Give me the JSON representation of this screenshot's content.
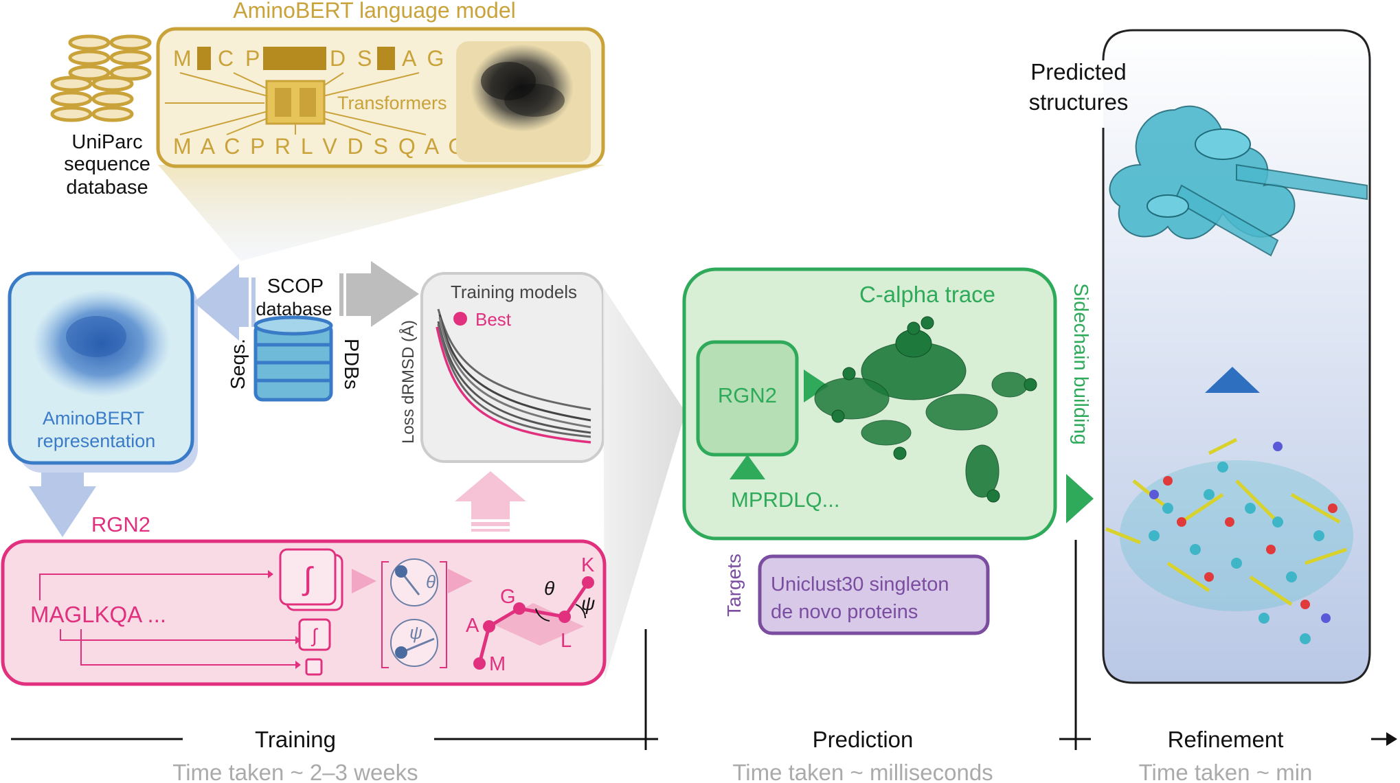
{
  "aminobert": {
    "title": "AminoBERT language model",
    "masked_seq": [
      "M",
      "C P",
      "D S",
      "A G"
    ],
    "full_seq": "M A C P R L V D S Q A G",
    "transformers": "Transformers"
  },
  "uniparc": {
    "line1": "UniParc",
    "line2": "sequence",
    "line3": "database"
  },
  "scop": {
    "line1": "SCOP",
    "line2": "database",
    "seqs": "Seqs.",
    "pdbs": "PDBs"
  },
  "representation": {
    "line1": "AminoBERT",
    "line2": "representation"
  },
  "training_models": {
    "title": "Training models",
    "best": "Best",
    "ylabel": "Loss dRMSD (Å)"
  },
  "rgn2": {
    "label": "RGN2",
    "sequence": "MAGLKQA ...",
    "theta": "θ",
    "psi": "ψ",
    "integral": "∫",
    "residues": [
      "K",
      "G",
      "A",
      "L",
      "M"
    ]
  },
  "calpha": {
    "title": "C-alpha trace",
    "rgn2_label": "RGN2",
    "input_seq": "MPRDLQ..."
  },
  "sidechain": "Sidechain building",
  "targets": {
    "label": "Targets",
    "line1": "Uniclust30 singleton",
    "line2": "de novo proteins"
  },
  "predicted": {
    "line1": "Predicted",
    "line2": "structures"
  },
  "timeline": {
    "training": "Training",
    "training_time": "Time taken ~ 2–3 weeks",
    "prediction": "Prediction",
    "prediction_time": "Time taken ~ milliseconds",
    "refinement": "Refinement",
    "refinement_time": "Time taken ~ min"
  },
  "colors": {
    "gold": "#c9a23a",
    "blue": "#3a7bc8",
    "pink": "#e0307e",
    "green": "#2eaa5a",
    "purple": "#7a4da0",
    "teal": "#3fb6c8"
  }
}
